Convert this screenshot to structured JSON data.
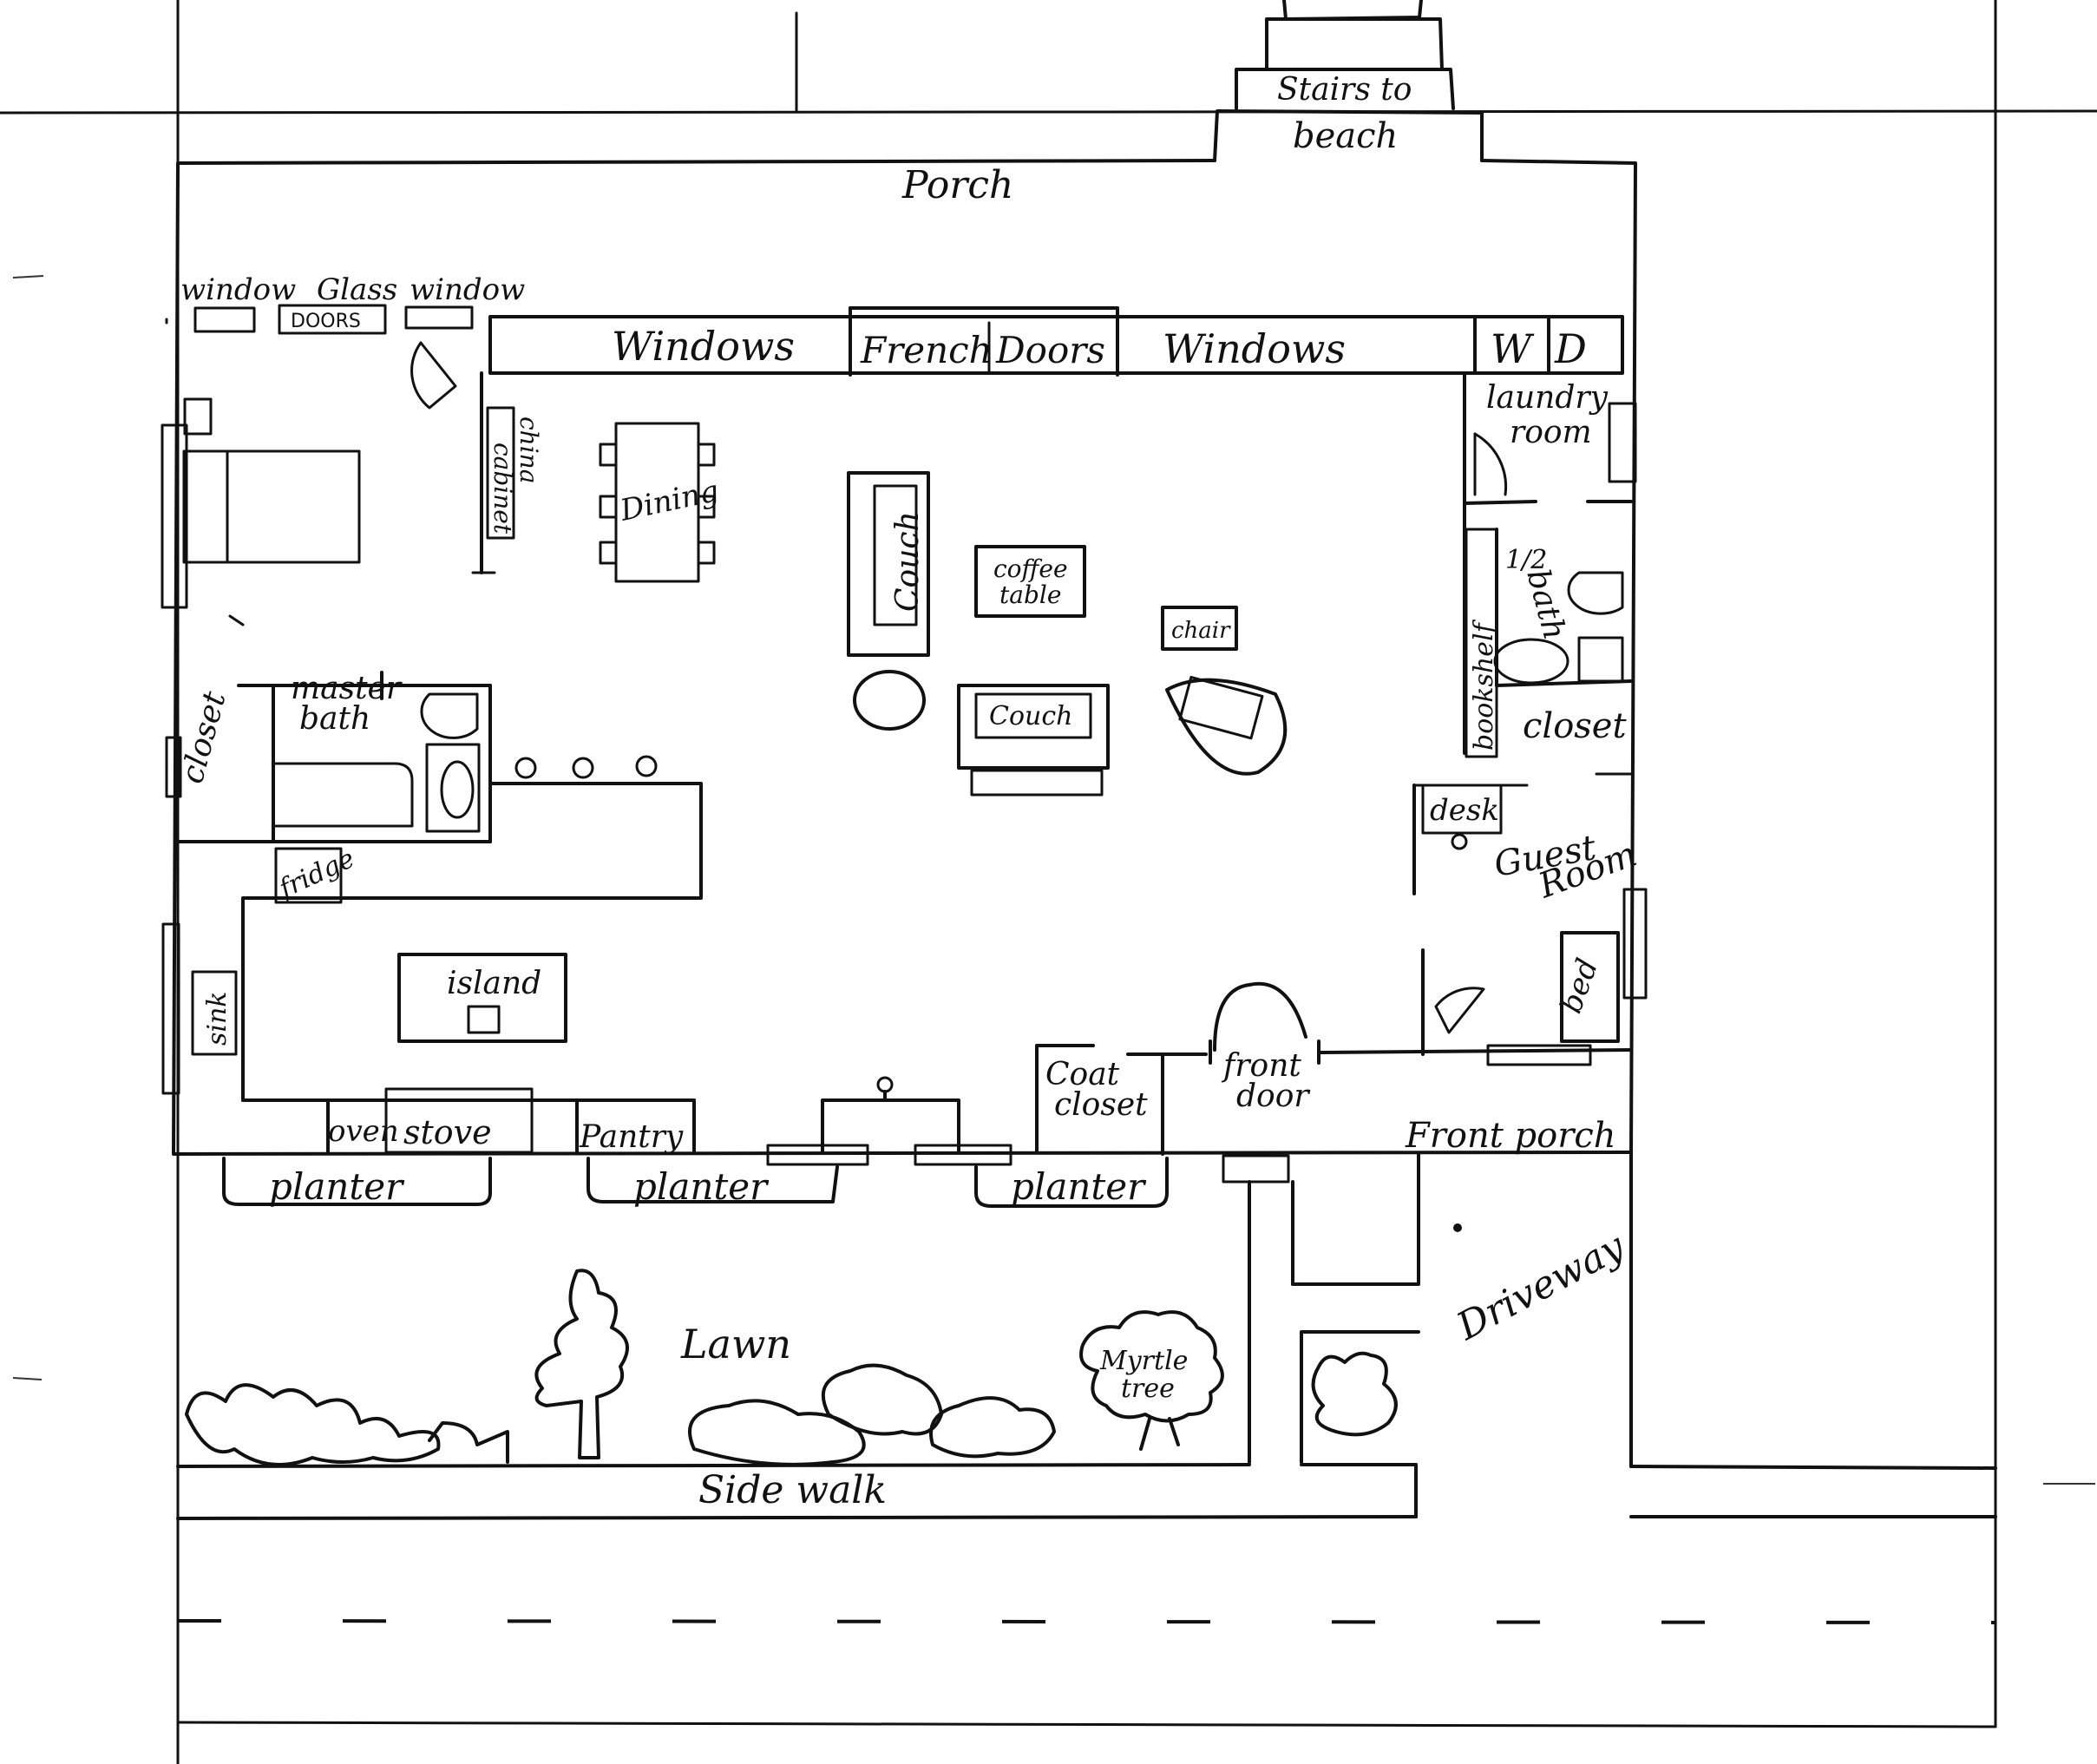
{
  "labels": {
    "stairs": "Stairs to",
    "beach": "beach",
    "porch": "Porch",
    "window_left": "window",
    "glass": "Glass",
    "doors_small": "DOORS",
    "window_2": "window",
    "windows_left": "Windows",
    "french": "French",
    "doors": "Doors",
    "windows_right": "Windows",
    "washer": "W",
    "dryer": "D",
    "laundry": "laundry",
    "laundry_room": "room",
    "china": "china",
    "cabinet": "cabinet",
    "dining": "Dining",
    "couch": "Couch",
    "coffee": "coffee",
    "table": "table",
    "chair": "chair",
    "couch2": "Couch",
    "half": "1/2",
    "bath": "bath",
    "bookshelf": "bookshelf",
    "closet_right": "closet",
    "desk": "desk",
    "guest": "Guest",
    "room": "Room",
    "bed": "bed",
    "master": "master",
    "master_bath": "bath",
    "closet_left": "closet",
    "fridge": "fridge",
    "sink": "sink",
    "island": "island",
    "oven": "oven",
    "stove": "stove",
    "pantry": "Pantry",
    "coat": "Coat",
    "coat_closet": "closet",
    "front": "front",
    "door": "door",
    "front_porch": "Front porch",
    "planter1": "planter",
    "planter2": "planter",
    "planter3": "planter",
    "lawn": "Lawn",
    "myrtle": "Myrtle",
    "tree": "tree",
    "driveway": "Driveway",
    "sidewalk": "Side walk"
  }
}
